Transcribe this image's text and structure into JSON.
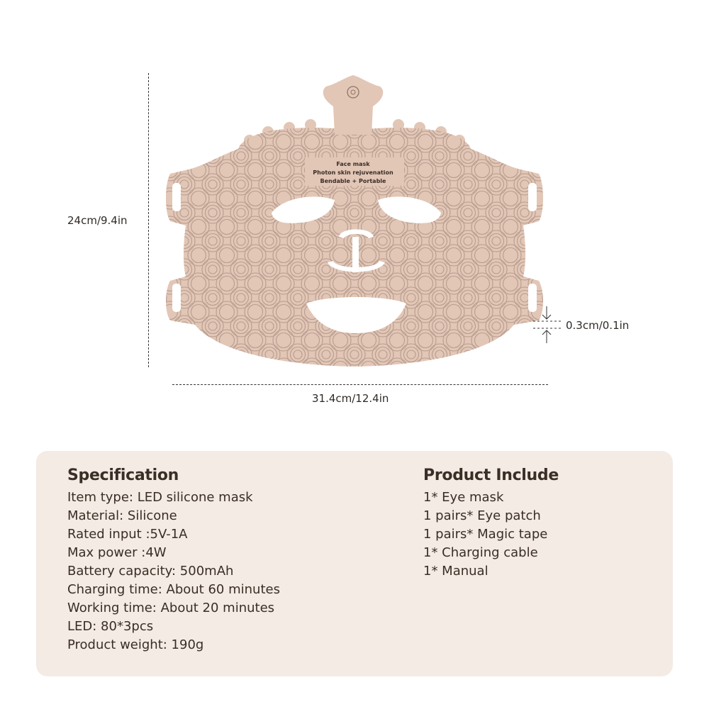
{
  "dimensions": {
    "height": "24cm/9.4in",
    "width": "31.4cm/12.4in",
    "thickness": "0.3cm/0.1in"
  },
  "mask_text": {
    "line1": "Face mask",
    "line2": "Photon skin rejuvenation",
    "line3": "Bendable + Portable"
  },
  "colors": {
    "mask": "#e2c6b6",
    "mask_pattern": "#a88e80",
    "panel": "#f3ebe4",
    "text": "#3a2e26"
  },
  "specification": {
    "title": "Specification",
    "items": [
      "Item type: LED silicone mask",
      "Material: Silicone",
      "Rated input :5V-1A",
      "Max power :4W",
      "Battery capacity: 500mAh",
      "Charging time: About 60 minutes",
      "Working time: About 20 minutes",
      "LED: 80*3pcs",
      "Product weight: 190g"
    ]
  },
  "product_include": {
    "title": "Product Include",
    "items": [
      "1* Eye mask",
      "1 pairs* Eye patch",
      "1 pairs* Magic tape",
      "1* Charging cable",
      "1* Manual"
    ]
  }
}
